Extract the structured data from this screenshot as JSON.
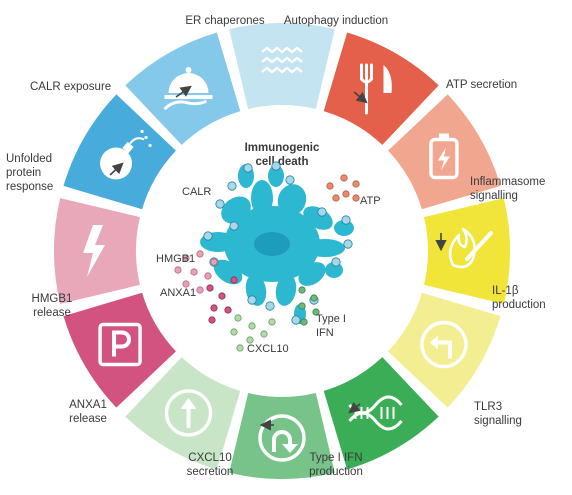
{
  "title": {
    "line1": "Immunogenic",
    "line2": "cell death"
  },
  "segments": [
    {
      "id": "er-chaperones",
      "label": [
        "ER chaperones"
      ],
      "color": "#c4e4f1",
      "icon": "stacked-wave-layers"
    },
    {
      "id": "autophagy-induction",
      "label": [
        "Autophagy induction"
      ],
      "color": "#e5604a",
      "icon": "fork-and-knife"
    },
    {
      "id": "atp-secretion",
      "label": [
        "ATP secretion"
      ],
      "color": "#f1a68f",
      "icon": "battery-bolt"
    },
    {
      "id": "inflammasome-signalling",
      "label": [
        "Inflammasome",
        "signalling"
      ],
      "color": "#f1e53a",
      "icon": "burning-match"
    },
    {
      "id": "il1b-production",
      "label": [
        "IL-1β",
        "production"
      ],
      "color": "#f4ee93",
      "icon": "turn-left-arrow-sign"
    },
    {
      "id": "tlr3-signalling",
      "label": [
        "TLR3",
        "signalling"
      ],
      "color": "#3aad56",
      "icon": "dna-double-helix"
    },
    {
      "id": "type1-ifn-production",
      "label": [
        "Type I IFN",
        "production"
      ],
      "color": "#78c389",
      "icon": "u-turn-arrow-sign"
    },
    {
      "id": "cxcl10-secretion",
      "label": [
        "CXCL10",
        "secretion"
      ],
      "color": "#c8e6c7",
      "icon": "up-arrow-sign"
    },
    {
      "id": "anxa1-release",
      "label": [
        "ANXA1",
        "release"
      ],
      "color": "#d2537f",
      "icon": "parking-sign"
    },
    {
      "id": "hmgb1-release",
      "label": [
        "HMGB1",
        "release"
      ],
      "color": "#e9a8ba",
      "icon": "lightning-bolt"
    },
    {
      "id": "unfolded-protein-response",
      "label": [
        "Unfolded",
        "protein",
        "response"
      ],
      "color": "#47abdc",
      "icon": "bomb"
    },
    {
      "id": "calr-exposure",
      "label": [
        "CALR exposure"
      ],
      "color": "#84c8ea",
      "icon": "serving-cloche"
    }
  ],
  "inner_labels": {
    "calr": "CALR",
    "atp": "ATP",
    "hmgb1": "HMGB1",
    "anxa1": "ANXA1",
    "cxcl10": "CXCL10",
    "type1_ifn": [
      "Type I",
      "IFN"
    ]
  },
  "colors": {
    "cell": "#2db8d2",
    "nucleus": "#1d9cbb",
    "calr_bead": "#a6d8ea",
    "atp_dot": "#e9896d",
    "hmgb1_dot": "#e7a0b6",
    "anxa1_dot": "#d2537f",
    "cxcl10_dot": "#b2d9a9",
    "ifn_dot": "#67bb7c",
    "arrow": "#444444"
  }
}
